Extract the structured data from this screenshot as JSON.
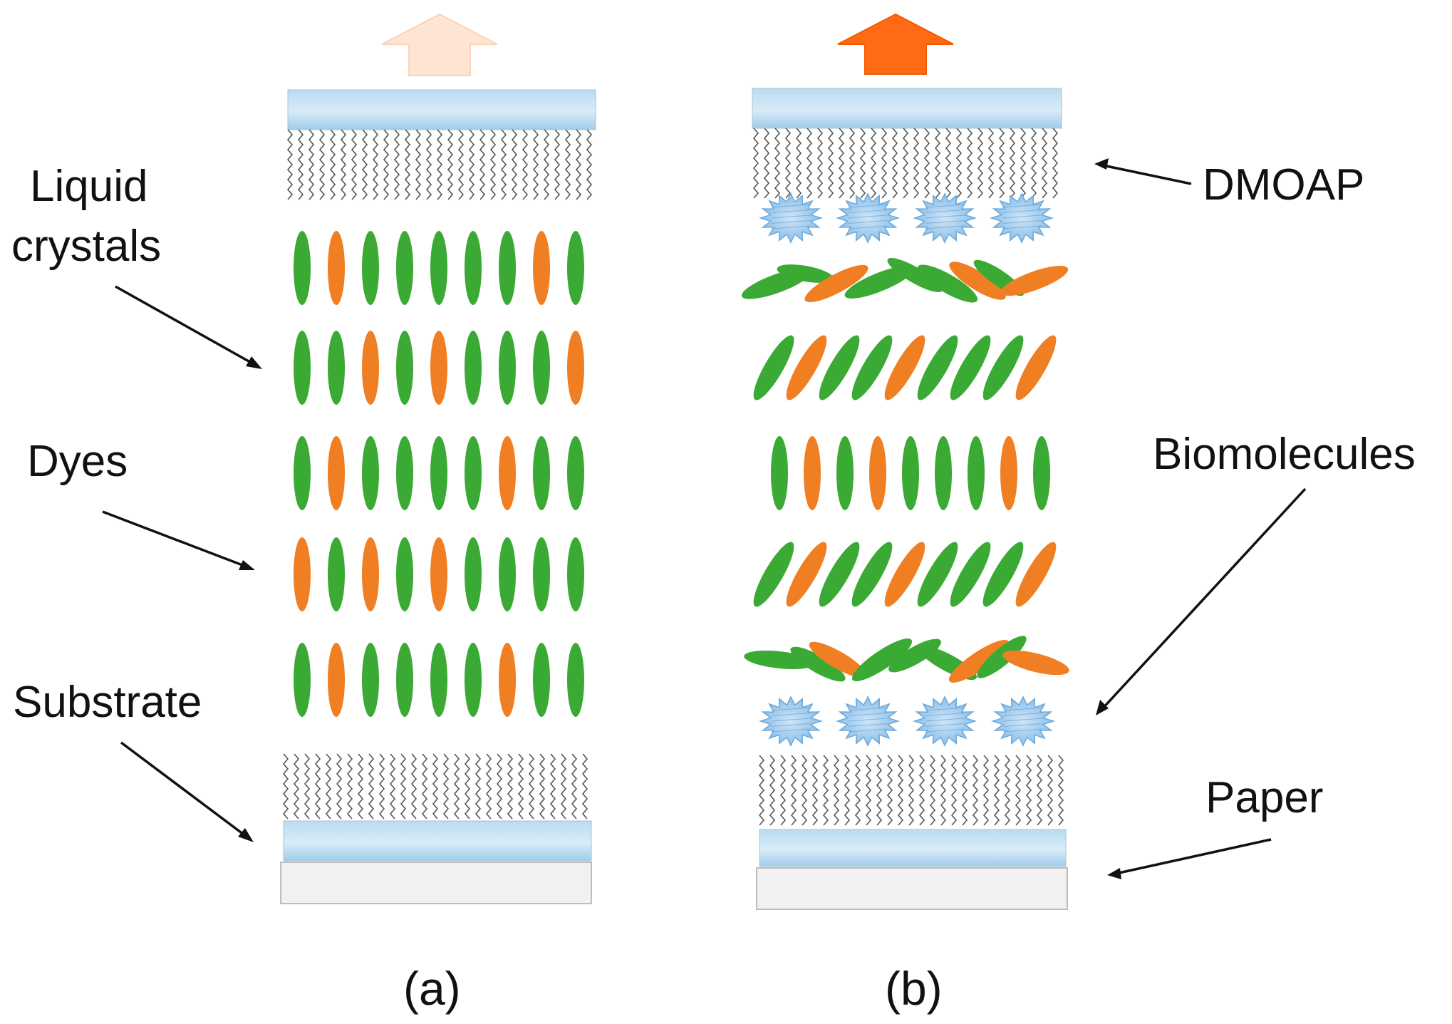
{
  "labels": {
    "liquid_crystals_line1": "Liquid",
    "liquid_crystals_line2": "crystals",
    "dyes": "Dyes",
    "substrate": "Substrate",
    "dmoap": "DMOAP",
    "biomolecules": "Biomolecules",
    "paper": "Paper"
  },
  "panels": {
    "a": {
      "caption": "(a)",
      "light_output": "weak",
      "alignment": "vertical"
    },
    "b": {
      "caption": "(b)",
      "light_output": "strong",
      "alignment": "disrupted by biomolecules"
    }
  },
  "colors": {
    "liquid_crystal": "#3aaa35",
    "dye": "#f07f24",
    "arrow_weak": "#fde4d3",
    "arrow_strong": "#ff6a14",
    "glass_light": "#cfe6f6",
    "glass_dark": "#8ec1e6",
    "biomolecule": "#a9d0f0",
    "paper_sheet": "#f1f1f1",
    "dmoap_zigzag": "#555555"
  },
  "legend_icons": {
    "biomolecule": "spiky-blob-icon",
    "liquid_crystal": "green-ellipse-icon",
    "dye": "orange-ellipse-icon"
  }
}
